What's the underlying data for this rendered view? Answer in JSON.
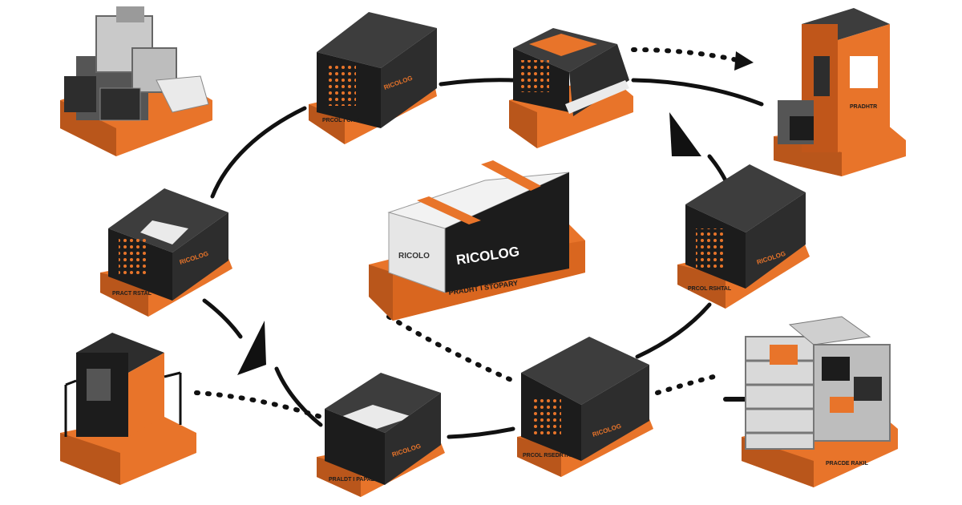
{
  "diagram": {
    "colors": {
      "orange": "#e8742a",
      "orange_dark": "#b9561b",
      "orange_light": "#f08a43",
      "black": "#1c1c1c",
      "charcoal": "#2d2d2d",
      "charcoal_light": "#3d3d3d",
      "white": "#ffffff",
      "grey": "#c9c9c9",
      "line": "#111111"
    },
    "center_package": {
      "brand": "RICOLOG",
      "side_label": "RICOLO",
      "base_label": "PRADHT I STOPARY"
    },
    "nodes": [
      {
        "id": "machine",
        "kind": "machine",
        "icon": "machinery-icon"
      },
      {
        "id": "crate-top",
        "kind": "crate",
        "label": "RICOLOG",
        "base_label": "PRCOL I GHEL"
      },
      {
        "id": "printer",
        "kind": "printer",
        "icon": "printer-icon"
      },
      {
        "id": "kiosk-right",
        "kind": "kiosk",
        "label": "PRADHTR"
      },
      {
        "id": "crate-left",
        "kind": "crate",
        "label": "RICOLOG",
        "base_label": "PRACT RSTAL"
      },
      {
        "id": "crate-right",
        "kind": "crate",
        "label": "RICOLOG",
        "base_label": "PRCOL RSHTAL"
      },
      {
        "id": "kiosk-left",
        "kind": "kiosk",
        "label": ""
      },
      {
        "id": "crate-bottom",
        "kind": "crate",
        "label": "RICOLOG",
        "base_label": "PRALDT I PAPAL"
      },
      {
        "id": "crate-bottom-right",
        "kind": "crate",
        "label": "RICOLOG",
        "base_label": "PRCOL RSEDRTAL"
      },
      {
        "id": "shelving",
        "kind": "shelving",
        "icon": "shelving-icon",
        "base_label": "PRACDE RAKIL"
      }
    ]
  }
}
